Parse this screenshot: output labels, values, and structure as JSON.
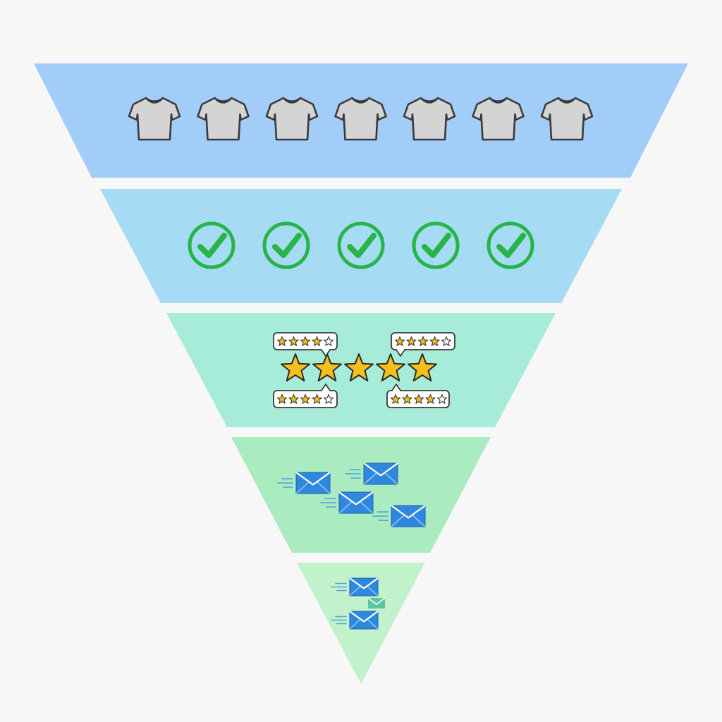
{
  "funnel": {
    "stages": [
      {
        "id": "products",
        "color": "#a2cdf8",
        "icon": "t-shirt-icon",
        "icon_count": 7,
        "icon_color": "#d4d4d4"
      },
      {
        "id": "checks",
        "color": "#a6dcf3",
        "icon": "checkmark-circle-icon",
        "icon_count": 5,
        "icon_color": "#27b449"
      },
      {
        "id": "ratings",
        "color": "#a7ecd9",
        "icon": "star-icon",
        "icon_count": 5,
        "icon_color": "#f5c118",
        "reviews": [
          {
            "icon": "review-bubble-icon",
            "stars_filled": 4,
            "stars_total": 5
          },
          {
            "icon": "review-bubble-icon",
            "stars_filled": 4,
            "stars_total": 5
          },
          {
            "icon": "review-bubble-icon",
            "stars_filled": 4,
            "stars_total": 5
          },
          {
            "icon": "review-bubble-icon",
            "stars_filled": 4,
            "stars_total": 5
          }
        ]
      },
      {
        "id": "emails",
        "color": "#aaecbf",
        "icon": "envelope-icon",
        "icon_count": 4,
        "icon_color": "#2e88e0"
      },
      {
        "id": "conversions",
        "color": "#c2f2cb",
        "icon": "envelope-icon",
        "icon_count": 3,
        "icon_color": "#2e88e0",
        "accent_color": "#5dc6a0"
      }
    ]
  }
}
